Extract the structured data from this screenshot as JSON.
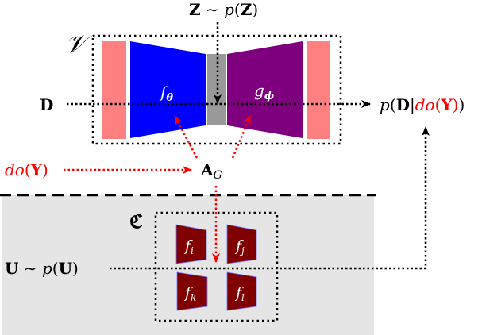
{
  "colors": {
    "encoder": "#0000ff",
    "decoder": "#7f007f",
    "latent": "#999999",
    "io_block": "#ff8080",
    "mechanism": "#800000",
    "intervention": "#ff0000",
    "causal_region": "#e5e5e5"
  },
  "labels": {
    "vae_set": "𝒱",
    "latent_prior": {
      "var": "Z",
      "sim": " ∼ ",
      "p": "p",
      "open": "(",
      "arg": "Z",
      "close": ")"
    },
    "data_input": "D",
    "encoder": {
      "f": "f",
      "sub": "θ"
    },
    "decoder": {
      "g": "g",
      "sub": "ϕ"
    },
    "output": {
      "p": "p",
      "open": "(",
      "D": "D",
      "bar": "|",
      "do": "do",
      "lp": "(",
      "Y": "Y",
      "rp": ")",
      "close": ")"
    },
    "intervention": {
      "do": "do",
      "lp": "(",
      "Y": "Y",
      "rp": ")"
    },
    "adjacency": {
      "A": "A",
      "sub": "G"
    },
    "causal_set": "ℭ",
    "exogenous": {
      "U": "U",
      "sim": " ∼ ",
      "p": "p",
      "open": "(",
      "arg": "U",
      "close": ")"
    },
    "mechanisms": [
      {
        "f": "f",
        "sub": "i"
      },
      {
        "f": "f",
        "sub": "j"
      },
      {
        "f": "f",
        "sub": "k"
      },
      {
        "f": "f",
        "sub": "l"
      }
    ]
  }
}
